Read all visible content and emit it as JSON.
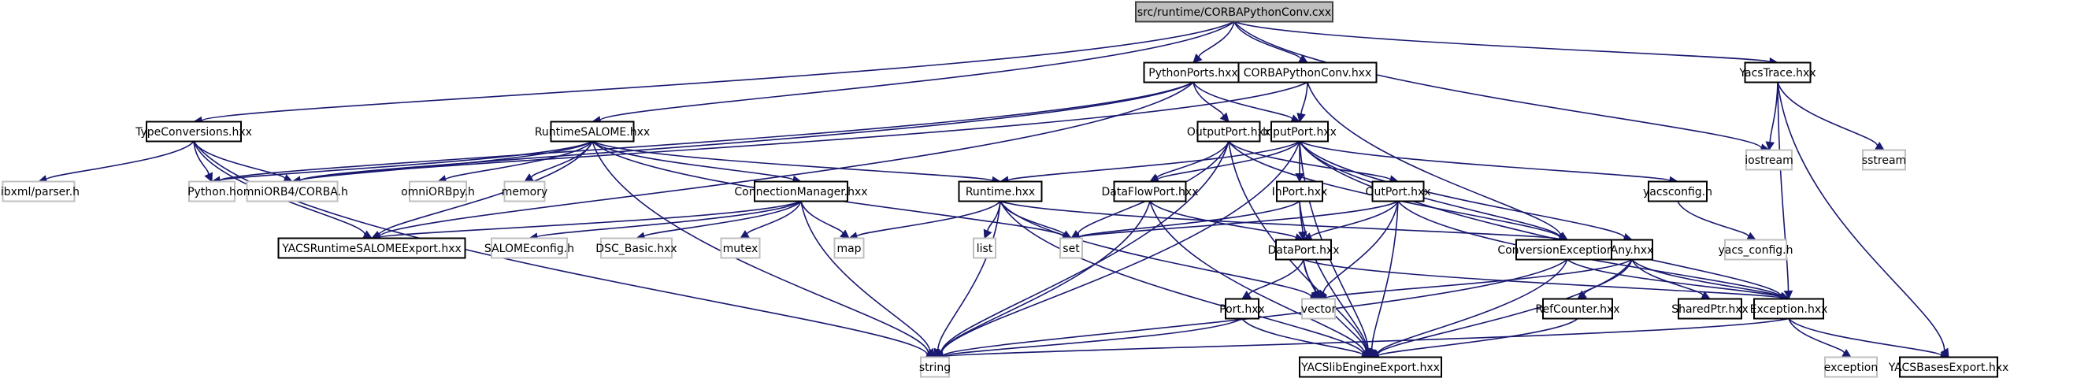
{
  "title": "src/runtime/CORBAPythonConv.cxx",
  "colors": {
    "edge": "#191970",
    "primary_fill": "#bfbfbf",
    "internal_border": "#000000",
    "external_border": "#bfbfbf"
  },
  "nodes": [
    {
      "id": "root",
      "label": "src/runtime/CORBAPythonConv.cxx",
      "kind": "primary"
    },
    {
      "id": "PythonPorts",
      "label": "PythonPorts.hxx",
      "kind": "internal"
    },
    {
      "id": "CORBAPythonConvH",
      "label": "CORBAPythonConv.hxx",
      "kind": "internal"
    },
    {
      "id": "YacsTrace",
      "label": "YacsTrace.hxx",
      "kind": "internal"
    },
    {
      "id": "TypeConversions",
      "label": "TypeConversions.hxx",
      "kind": "internal"
    },
    {
      "id": "RuntimeSALOME",
      "label": "RuntimeSALOME.hxx",
      "kind": "internal"
    },
    {
      "id": "OutputPort",
      "label": "OutputPort.hxx",
      "kind": "internal"
    },
    {
      "id": "InputPort",
      "label": "InputPort.hxx",
      "kind": "internal"
    },
    {
      "id": "iostream",
      "label": "iostream",
      "kind": "external"
    },
    {
      "id": "sstream",
      "label": "sstream",
      "kind": "external"
    },
    {
      "id": "libxml",
      "label": "libxml/parser.h",
      "kind": "external"
    },
    {
      "id": "PythonH",
      "label": "Python.h",
      "kind": "external"
    },
    {
      "id": "omniORB4",
      "label": "omniORB4/CORBA.h",
      "kind": "external"
    },
    {
      "id": "omniORBpy",
      "label": "omniORBpy.h",
      "kind": "external"
    },
    {
      "id": "memory",
      "label": "memory",
      "kind": "external"
    },
    {
      "id": "ConnectionManager",
      "label": "ConnectionManager.hxx",
      "kind": "internal"
    },
    {
      "id": "Runtime",
      "label": "Runtime.hxx",
      "kind": "internal"
    },
    {
      "id": "DataFlowPort",
      "label": "DataFlowPort.hxx",
      "kind": "internal"
    },
    {
      "id": "InPort",
      "label": "InPort.hxx",
      "kind": "internal"
    },
    {
      "id": "OutPort",
      "label": "OutPort.hxx",
      "kind": "internal"
    },
    {
      "id": "yacsconfig",
      "label": "yacsconfig.h",
      "kind": "internal"
    },
    {
      "id": "YACSRuntimeSALOMEExport",
      "label": "YACSRuntimeSALOMEExport.hxx",
      "kind": "internal"
    },
    {
      "id": "SALOMEconfig",
      "label": "SALOMEconfig.h",
      "kind": "external"
    },
    {
      "id": "DSC_Basic",
      "label": "DSC_Basic.hxx",
      "kind": "external"
    },
    {
      "id": "mutex",
      "label": "mutex",
      "kind": "external"
    },
    {
      "id": "map",
      "label": "map",
      "kind": "external"
    },
    {
      "id": "list",
      "label": "list",
      "kind": "external"
    },
    {
      "id": "set",
      "label": "set",
      "kind": "external"
    },
    {
      "id": "ConversionException",
      "label": "ConversionException.hxx",
      "kind": "internal"
    },
    {
      "id": "DataPort",
      "label": "DataPort.hxx",
      "kind": "internal"
    },
    {
      "id": "Any",
      "label": "Any.hxx",
      "kind": "internal"
    },
    {
      "id": "yacs_config",
      "label": "yacs_config.h",
      "kind": "external"
    },
    {
      "id": "vector",
      "label": "vector",
      "kind": "external"
    },
    {
      "id": "Port",
      "label": "Port.hxx",
      "kind": "internal"
    },
    {
      "id": "RefCounter",
      "label": "RefCounter.hxx",
      "kind": "internal"
    },
    {
      "id": "SharedPtr",
      "label": "SharedPtr.hxx",
      "kind": "internal"
    },
    {
      "id": "Exception",
      "label": "Exception.hxx",
      "kind": "internal"
    },
    {
      "id": "string",
      "label": "string",
      "kind": "external"
    },
    {
      "id": "YACSlibEngineExport",
      "label": "YACSlibEngineExport.hxx",
      "kind": "internal"
    },
    {
      "id": "exception",
      "label": "exception",
      "kind": "external"
    },
    {
      "id": "YACSBasesExport",
      "label": "YACSBasesExport.hxx",
      "kind": "internal"
    }
  ],
  "edges": [
    [
      "root",
      "PythonPorts"
    ],
    [
      "root",
      "CORBAPythonConvH"
    ],
    [
      "root",
      "YacsTrace"
    ],
    [
      "root",
      "TypeConversions"
    ],
    [
      "root",
      "RuntimeSALOME"
    ],
    [
      "root",
      "iostream"
    ],
    [
      "PythonPorts",
      "OutputPort"
    ],
    [
      "PythonPorts",
      "InputPort"
    ],
    [
      "PythonPorts",
      "PythonH"
    ],
    [
      "PythonPorts",
      "omniORB4"
    ],
    [
      "PythonPorts",
      "YACSRuntimeSALOMEExport"
    ],
    [
      "CORBAPythonConvH",
      "InputPort"
    ],
    [
      "CORBAPythonConvH",
      "omniORB4"
    ],
    [
      "CORBAPythonConvH",
      "ConversionException"
    ],
    [
      "YacsTrace",
      "iostream"
    ],
    [
      "YacsTrace",
      "sstream"
    ],
    [
      "YacsTrace",
      "Exception"
    ],
    [
      "YacsTrace",
      "YACSBasesExport"
    ],
    [
      "TypeConversions",
      "libxml"
    ],
    [
      "TypeConversions",
      "PythonH"
    ],
    [
      "TypeConversions",
      "omniORB4"
    ],
    [
      "TypeConversions",
      "YACSRuntimeSALOMEExport"
    ],
    [
      "TypeConversions",
      "string"
    ],
    [
      "RuntimeSALOME",
      "PythonH"
    ],
    [
      "RuntimeSALOME",
      "omniORB4"
    ],
    [
      "RuntimeSALOME",
      "omniORBpy"
    ],
    [
      "RuntimeSALOME",
      "memory"
    ],
    [
      "RuntimeSALOME",
      "ConnectionManager"
    ],
    [
      "RuntimeSALOME",
      "Runtime"
    ],
    [
      "RuntimeSALOME",
      "YACSRuntimeSALOMEExport"
    ],
    [
      "RuntimeSALOME",
      "set"
    ],
    [
      "RuntimeSALOME",
      "string"
    ],
    [
      "OutputPort",
      "DataFlowPort"
    ],
    [
      "OutputPort",
      "OutPort"
    ],
    [
      "OutputPort",
      "ConversionException"
    ],
    [
      "OutputPort",
      "set"
    ],
    [
      "OutputPort",
      "string"
    ],
    [
      "OutputPort",
      "YACSlibEngineExport"
    ],
    [
      "InputPort",
      "DataFlowPort"
    ],
    [
      "InputPort",
      "InPort"
    ],
    [
      "InputPort",
      "ConversionException"
    ],
    [
      "InputPort",
      "Any"
    ],
    [
      "InputPort",
      "yacsconfig"
    ],
    [
      "InputPort",
      "Runtime"
    ],
    [
      "InputPort",
      "string"
    ],
    [
      "InputPort",
      "YACSlibEngineExport"
    ],
    [
      "InputPort",
      "Exception"
    ],
    [
      "ConnectionManager",
      "YACSRuntimeSALOMEExport"
    ],
    [
      "ConnectionManager",
      "SALOMEconfig"
    ],
    [
      "ConnectionManager",
      "DSC_Basic"
    ],
    [
      "ConnectionManager",
      "mutex"
    ],
    [
      "ConnectionManager",
      "map"
    ],
    [
      "ConnectionManager",
      "string"
    ],
    [
      "Runtime",
      "map"
    ],
    [
      "Runtime",
      "list"
    ],
    [
      "Runtime",
      "set"
    ],
    [
      "Runtime",
      "vector"
    ],
    [
      "Runtime",
      "string"
    ],
    [
      "Runtime",
      "ConversionException"
    ],
    [
      "Runtime",
      "YACSlibEngineExport"
    ],
    [
      "DataFlowPort",
      "DataPort"
    ],
    [
      "DataFlowPort",
      "string"
    ],
    [
      "DataFlowPort",
      "YACSlibEngineExport"
    ],
    [
      "InPort",
      "DataPort"
    ],
    [
      "InPort",
      "set"
    ],
    [
      "InPort",
      "YACSlibEngineExport"
    ],
    [
      "OutPort",
      "DataPort"
    ],
    [
      "OutPort",
      "set"
    ],
    [
      "OutPort",
      "vector"
    ],
    [
      "OutPort",
      "Exception"
    ],
    [
      "OutPort",
      "YACSlibEngineExport"
    ],
    [
      "yacsconfig",
      "yacs_config"
    ],
    [
      "DataPort",
      "Port"
    ],
    [
      "DataPort",
      "vector"
    ],
    [
      "DataPort",
      "Exception"
    ],
    [
      "DataPort",
      "YACSlibEngineExport"
    ],
    [
      "ConversionException",
      "Exception"
    ],
    [
      "ConversionException",
      "string"
    ],
    [
      "ConversionException",
      "YACSlibEngineExport"
    ],
    [
      "Any",
      "RefCounter"
    ],
    [
      "Any",
      "SharedPtr"
    ],
    [
      "Any",
      "Exception"
    ],
    [
      "Any",
      "vector"
    ],
    [
      "Any",
      "YACSlibEngineExport"
    ],
    [
      "Port",
      "string"
    ],
    [
      "Port",
      "YACSlibEngineExport"
    ],
    [
      "RefCounter",
      "YACSlibEngineExport"
    ],
    [
      "Exception",
      "exception"
    ],
    [
      "Exception",
      "YACSBasesExport"
    ],
    [
      "Exception",
      "string"
    ]
  ]
}
